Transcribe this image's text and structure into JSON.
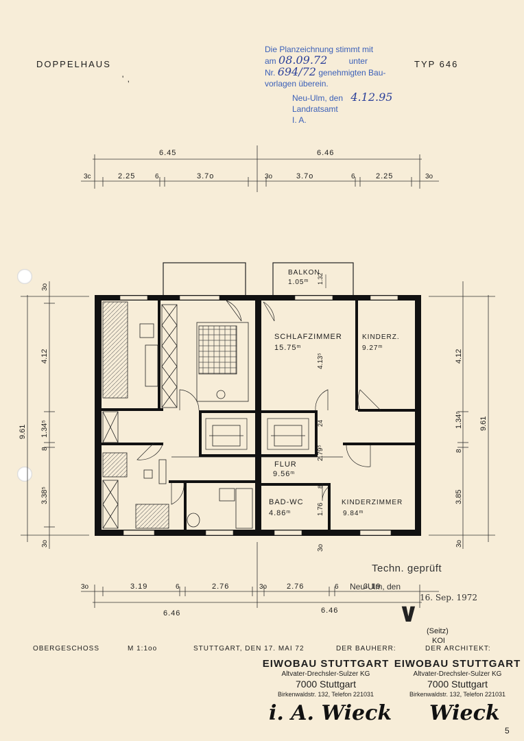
{
  "header": {
    "project": "DOPPELHAUS",
    "type": "TYP 646",
    "mark": "' ,"
  },
  "approval_stamp": {
    "line1": "Die Planzeichnung stimmt mit",
    "line2_prefix": "am",
    "line2_date": "08.09.72",
    "line2_suffix": "unter",
    "line3_prefix": "Nr.",
    "line3_number": "694/72",
    "line3_suffix": "genehmigten Bau-",
    "line4": "vorlagen überein.",
    "place_prefix": "Neu-Ulm, den",
    "place_date": "4.12.95",
    "authority": "Landratsamt",
    "ia": "I. A."
  },
  "dimensions_top": {
    "totals": [
      "6.45",
      "6.46"
    ],
    "segments": [
      "3c",
      "2.25",
      "6",
      "3.7o",
      "3o",
      "3.7o",
      "6",
      "2.25",
      "3o"
    ]
  },
  "dimensions_bottom": {
    "segments": [
      "3o",
      "3.19",
      "6",
      "2.76",
      "3o",
      "2.76",
      "6",
      "3.19"
    ],
    "totals": [
      "6.46",
      "6.46"
    ]
  },
  "dimensions_left": [
    "3o",
    "4.12",
    "9.61",
    "1.34⁵",
    "8",
    "3.38⁵",
    "3o"
  ],
  "dimensions_right": [
    "4.12",
    "1.34⁵",
    "8",
    "9.61",
    "3.85",
    "3o"
  ],
  "dimensions_inner": [
    "1.32",
    "4.13⁵",
    "24",
    "2.79⁵",
    "8",
    "1.76",
    "3o"
  ],
  "rooms": [
    {
      "name": "BALKON",
      "area": "1.05"
    },
    {
      "name": "SCHLAFZIMMER",
      "area": "15.75"
    },
    {
      "name": "KINDERZ.",
      "area": "9.27"
    },
    {
      "name": "FLUR",
      "area": "9.56"
    },
    {
      "name": "BAD-WC",
      "area": "4.86"
    },
    {
      "name": "KINDERZIMMER",
      "area": "9.84"
    }
  ],
  "area_unit": "m",
  "check_stamp": {
    "label": "Techn. geprüft",
    "place": "Neu-Ulm, den",
    "date": "16. Sep. 1972",
    "name": "(Seitz)",
    "code": "KOI"
  },
  "footer": {
    "floor": "OBERGESCHOSS",
    "scale": "M 1:1oo",
    "place_date": "STUTTGART, DEN 17. MAI 72",
    "owner_label": "DER BAUHERR:",
    "architect_label": "DER ARCHITEKT:"
  },
  "firm": {
    "name": "EIWOBAU STUTTGART",
    "sub": "Altvater-Drechsler-Sulzer KG",
    "city": "7000 Stuttgart",
    "address": "Birkenwaldstr. 132, Telefon 221031"
  },
  "signatures": [
    "i. A. Wieck",
    "Wieck"
  ],
  "page_number": "5"
}
